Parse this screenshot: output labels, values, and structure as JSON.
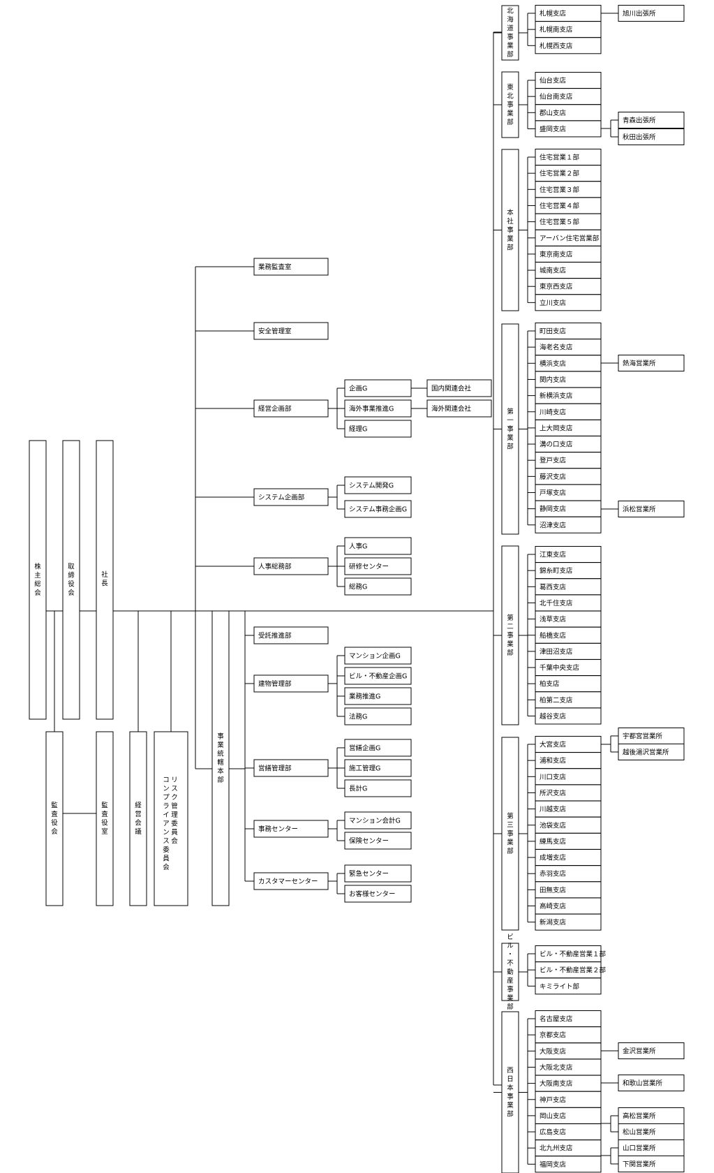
{
  "left": {
    "shareholders": "株主総会",
    "directors": "取締役会",
    "president": "社長",
    "auditors": "監査役会",
    "audit_office": "監査役室",
    "mgmt_meeting": "経営会議",
    "risk_committee": "リスク管理委員会",
    "compliance_committee": "コンプライアンス委員会",
    "business_hq": "事業統轄本部"
  },
  "staff": {
    "audit": "業務監査室",
    "safety": "安全管理室",
    "planning": {
      "name": "経営企画部",
      "groups": [
        "企画G",
        "海外事業推進G",
        "経理G"
      ],
      "affiliates": [
        "国内関連会社",
        "海外関連会社"
      ]
    },
    "system": {
      "name": "システム企画部",
      "groups": [
        "システム開発G",
        "システム事務企画G"
      ]
    },
    "hr": {
      "name": "人事総務部",
      "groups": [
        "人事G",
        "研修センター",
        "総務G"
      ]
    }
  },
  "hq_units": {
    "trust": "受託推進部",
    "building": {
      "name": "建物管理部",
      "groups": [
        "マンション企画G",
        "ビル・不動産企画G",
        "業務推進G",
        "法務G"
      ]
    },
    "repair": {
      "name": "営繕管理部",
      "groups": [
        "営繕企画G",
        "施工管理G",
        "長計G"
      ]
    },
    "office": {
      "name": "事務センター",
      "groups": [
        "マンション会計G",
        "保険センター"
      ]
    },
    "customer": {
      "name": "カスタマーセンター",
      "groups": [
        "緊急センター",
        "お客様センター"
      ]
    }
  },
  "divisions": [
    {
      "name": "北海道事業部",
      "branches": [
        "札幌支店",
        "札幌南支店",
        "札幌西支店"
      ]
    },
    {
      "name": "東北事業部",
      "branches": [
        "仙台支店",
        "仙台南支店",
        "郡山支店",
        "盛岡支店"
      ]
    },
    {
      "name": "本社事業部",
      "branches": [
        "住宅営業１部",
        "住宅営業２部",
        "住宅営業３部",
        "住宅営業４部",
        "住宅営業５部",
        "アーバン住宅営業部",
        "東京南支店",
        "城南支店",
        "東京西支店",
        "立川支店"
      ]
    },
    {
      "name": "第一事業部",
      "branches": [
        "町田支店",
        "海老名支店",
        "横浜支店",
        "関内支店",
        "新横浜支店",
        "川崎支店",
        "上大岡支店",
        "溝の口支店",
        "登戸支店",
        "藤沢支店",
        "戸塚支店",
        "静岡支店",
        "沼津支店"
      ]
    },
    {
      "name": "第二事業部",
      "branches": [
        "江東支店",
        "錦糸町支店",
        "葛西支店",
        "北千住支店",
        "浅草支店",
        "船橋支店",
        "津田沼支店",
        "千葉中央支店",
        "柏支店",
        "柏第二支店",
        "越谷支店"
      ]
    },
    {
      "name": "第三事業部",
      "branches": [
        "大宮支店",
        "浦和支店",
        "川口支店",
        "所沢支店",
        "川越支店",
        "池袋支店",
        "練馬支店",
        "成増支店",
        "赤羽支店",
        "田無支店",
        "高崎支店",
        "新潟支店"
      ]
    },
    {
      "name": "ビル・不動産事業部",
      "branches": [
        "ビル・不動産営業１部",
        "ビル・不動産営業２部",
        "キミライト部"
      ]
    },
    {
      "name": "西日本事業部",
      "branches": [
        "名古屋支店",
        "京都支店",
        "大阪支店",
        "大阪北支店",
        "大阪南支店",
        "神戸支店",
        "岡山支店",
        "広島支店",
        "北九州支店",
        "福岡支店"
      ]
    }
  ],
  "sub_offices": [
    "旭川出張所",
    "青森出張所",
    "秋田出張所",
    "熱海営業所",
    "浜松営業所",
    "宇都宮営業所",
    "越後湯沢営業所",
    "金沢営業所",
    "和歌山営業所",
    "高松営業所",
    "松山営業所",
    "山口営業所",
    "下関営業所"
  ]
}
